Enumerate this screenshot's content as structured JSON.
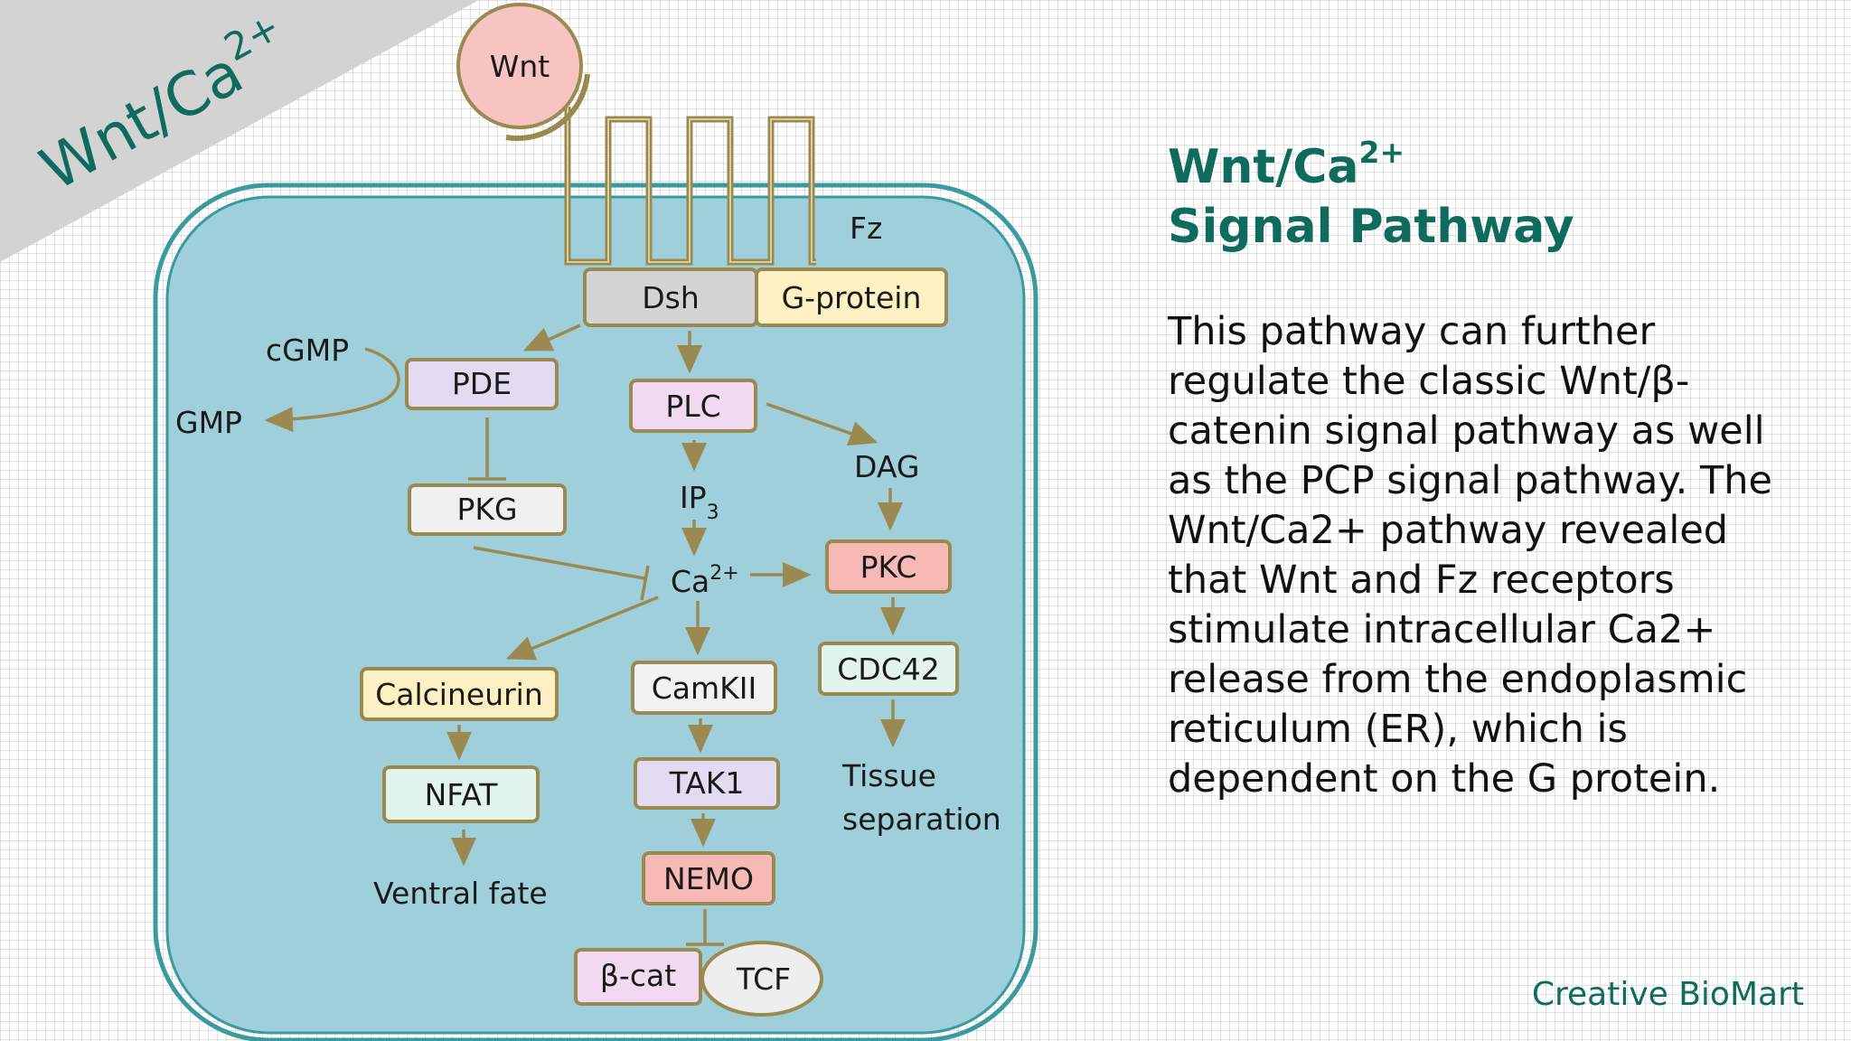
{
  "corner_label": {
    "text": "Wnt/Ca",
    "sup": "2+"
  },
  "title": {
    "line1": "Wnt/Ca",
    "line1_sup": "2+",
    "line2": "Signal Pathway"
  },
  "description": "This pathway can further regulate the classic Wnt/β-catenin signal pathway as well as the PCP signal pathway. The Wnt/Ca2+ pathway revealed that Wnt and Fz receptors stimulate intracellular Ca2+ release from the endoplasmic reticulum (ER), which is dependent on the G protein.",
  "brand": "Creative BioMart",
  "diagram": {
    "ligand": "Wnt",
    "receptor": "Fz",
    "nodes": {
      "dsh": "Dsh",
      "g_protein": "G-protein",
      "pde": "PDE",
      "plc": "PLC",
      "pkg": "PKG",
      "pkc": "PKC",
      "cdc42": "CDC42",
      "calcineurin": "Calcineurin",
      "camkii": "CamKII",
      "nfat": "NFAT",
      "tak1": "TAK1",
      "nemo": "NEMO",
      "bcat": "β-cat",
      "tcf": "TCF"
    },
    "labels": {
      "cgmp": "cGMP",
      "gmp": "GMP",
      "dag": "DAG",
      "ip3": "IP",
      "ip3_sub": "3",
      "ca": "Ca",
      "ca_sup": "2+",
      "ventral_fate": "Ventral fate",
      "tissue_line1": "Tissue",
      "tissue_line2": "separation"
    }
  },
  "colors": {
    "accent": "#0f6b5e",
    "cell_fill": "#9ecfda",
    "cell_border": "#3a9a9f",
    "arrow": "#9a8a52",
    "receptor": "#9a8a52",
    "wnt_fill": "#f8c4c2",
    "banner": "#d3d3d3"
  }
}
